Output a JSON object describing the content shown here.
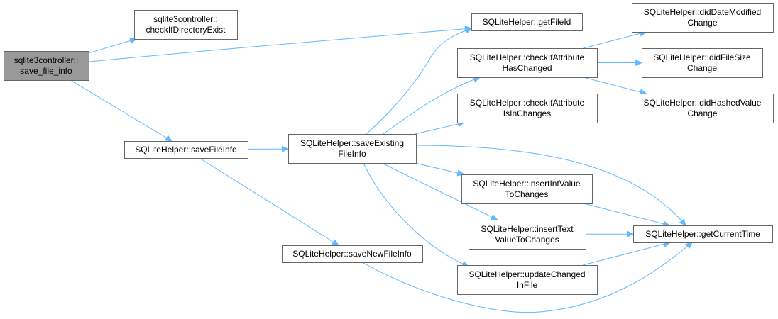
{
  "colors": {
    "edge": "#63b8ff",
    "node_border": "#666666",
    "root_fill": "#999999",
    "node_fill": "#ffffff"
  },
  "nodes": [
    {
      "id": "root",
      "lines": [
        "sqlite3controller::",
        "save_file_info"
      ],
      "root": true
    },
    {
      "id": "checkDir",
      "lines": [
        "sqlite3controller::",
        "checkIfDirectoryExist"
      ]
    },
    {
      "id": "saveFileInfo",
      "lines": [
        "SQLiteHelper::saveFileInfo"
      ]
    },
    {
      "id": "saveNewFileInfo",
      "lines": [
        "SQLiteHelper::saveNewFileInfo"
      ]
    },
    {
      "id": "saveExisting",
      "lines": [
        "SQLiteHelper::saveExisting",
        "FileInfo"
      ]
    },
    {
      "id": "getFileId",
      "lines": [
        "SQLiteHelper::getFileId"
      ]
    },
    {
      "id": "checkAttrChanged",
      "lines": [
        "SQLiteHelper::checkIfAttribute",
        "HasChanged"
      ]
    },
    {
      "id": "checkAttrInChanges",
      "lines": [
        "SQLiteHelper::checkIfAttribute",
        "IsInChanges"
      ]
    },
    {
      "id": "insertInt",
      "lines": [
        "SQLiteHelper::insertIntValue",
        "ToChanges"
      ]
    },
    {
      "id": "insertText",
      "lines": [
        "SQLiteHelper::insertText",
        "ValueToChanges"
      ]
    },
    {
      "id": "updateChanged",
      "lines": [
        "SQLiteHelper::updateChanged",
        "InFile"
      ]
    },
    {
      "id": "didDate",
      "lines": [
        "SQLiteHelper::didDateModified",
        "Change"
      ]
    },
    {
      "id": "didSize",
      "lines": [
        "SQLiteHelper::didFileSize",
        "Change"
      ]
    },
    {
      "id": "didHash",
      "lines": [
        "SQLiteHelper::didHashedValue",
        "Change"
      ]
    },
    {
      "id": "getCurrentTime",
      "lines": [
        "SQLiteHelper::getCurrentTime"
      ]
    }
  ],
  "edges": [
    {
      "from": "root",
      "to": "checkDir"
    },
    {
      "from": "root",
      "to": "getFileId"
    },
    {
      "from": "root",
      "to": "saveFileInfo"
    },
    {
      "from": "saveFileInfo",
      "to": "saveExisting"
    },
    {
      "from": "saveFileInfo",
      "to": "saveNewFileInfo"
    },
    {
      "from": "saveExisting",
      "to": "getFileId"
    },
    {
      "from": "saveExisting",
      "to": "checkAttrChanged"
    },
    {
      "from": "saveExisting",
      "to": "checkAttrInChanges"
    },
    {
      "from": "saveExisting",
      "to": "getCurrentTime"
    },
    {
      "from": "saveExisting",
      "to": "insertInt"
    },
    {
      "from": "saveExisting",
      "to": "insertText"
    },
    {
      "from": "saveExisting",
      "to": "updateChanged"
    },
    {
      "from": "checkAttrChanged",
      "to": "didDate"
    },
    {
      "from": "checkAttrChanged",
      "to": "didSize"
    },
    {
      "from": "checkAttrChanged",
      "to": "didHash"
    },
    {
      "from": "insertInt",
      "to": "getCurrentTime"
    },
    {
      "from": "insertText",
      "to": "getCurrentTime"
    },
    {
      "from": "updateChanged",
      "to": "getCurrentTime"
    },
    {
      "from": "saveNewFileInfo",
      "to": "getCurrentTime"
    }
  ]
}
